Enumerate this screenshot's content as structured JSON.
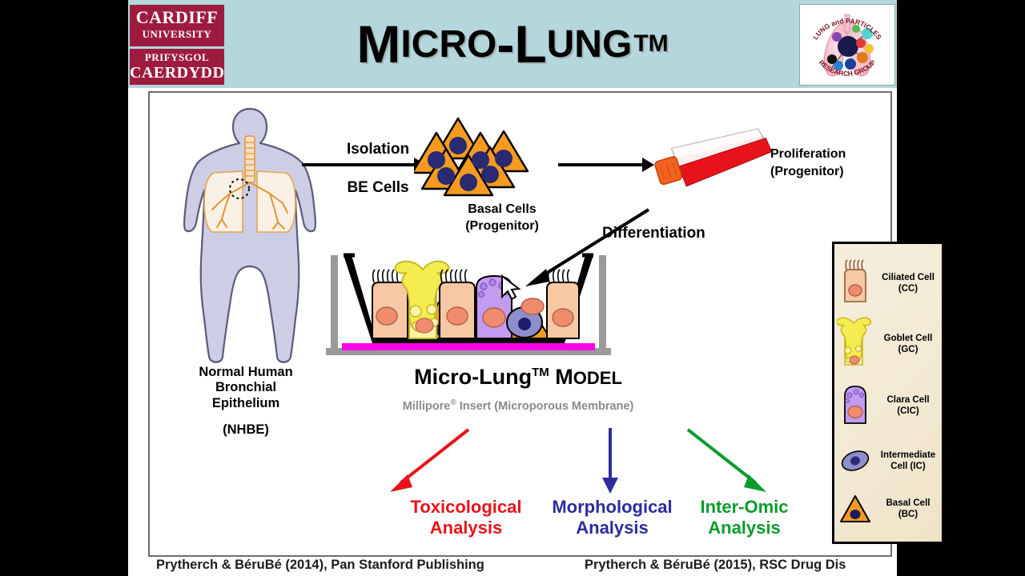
{
  "header": {
    "title_main": "M",
    "title_full": "Micro-Lung",
    "title_parts": {
      "m": "M",
      "icro": "ICRO",
      "dash": "-L",
      "ung": "UNG",
      "tm": "TM"
    },
    "cardiff_logo": {
      "line1": "CARDIFF",
      "line2": "UNIVERSITY",
      "line3": "PRIFYSGOL",
      "line4": "CAERDYDD"
    },
    "research_logo": {
      "arc_top": "LUNG and PARTICLES",
      "arc_bottom": "RESEARCH GROUP"
    }
  },
  "diagram": {
    "source_label_line1": "Normal Human",
    "source_label_line2": "Bronchial",
    "source_label_line3": "Epithelium",
    "source_abbr": "(NHBE)",
    "isolation_line1": "Isolation",
    "isolation_line2": "BE Cells",
    "basal_caption_line1": "Basal Cells",
    "basal_caption_line2": "(Progenitor)",
    "proliferation_line1": "Proliferation",
    "proliferation_line2": "(Progenitor)",
    "differentiation": "Differentiation",
    "model_title_a": "Micro-Lung",
    "model_title_tm": "TM",
    "model_title_b": "M",
    "model_title_c": "ODEL",
    "model_subtitle_a": "Millipore",
    "model_subtitle_reg": "®",
    "model_subtitle_b": " Insert  (Microporous Membrane)"
  },
  "analyses": [
    {
      "name": "toxicological",
      "line1": "Toxicological",
      "line2": "Analysis",
      "color": "#e8131a",
      "arrow": "diagonal-left"
    },
    {
      "name": "morphological",
      "line1": "Morphological",
      "line2": "Analysis",
      "color": "#2c2c9e",
      "arrow": "straight-down"
    },
    {
      "name": "inter-omic",
      "line1": "Inter-Omic",
      "line2": "Analysis",
      "color": "#0a9b2e",
      "arrow": "diagonal-right"
    }
  ],
  "legend": {
    "items": [
      {
        "icon": "ciliated-cell-icon",
        "line1": "Ciliated Cell",
        "line2": "(CC)",
        "color": "#f6c9a4"
      },
      {
        "icon": "goblet-cell-icon",
        "line1": "Goblet Cell",
        "line2": "(GC)",
        "color": "#f5ec4f"
      },
      {
        "icon": "clara-cell-icon",
        "line1": "Clara Cell",
        "line2": "(ClC)",
        "color": "#c39bf0"
      },
      {
        "icon": "intermediate-cell-icon",
        "line1": "Intermediate",
        "line2": "Cell (IC)",
        "color": "#8d8ecb"
      },
      {
        "icon": "basal-cell-icon",
        "line1": "Basal Cell",
        "line2": "(BC)",
        "color": "#f59b1e"
      }
    ]
  },
  "citations": {
    "left": "Prytherch & BéruBé (2014), Pan Stanford Publishing",
    "right": "Prytherch & BéruBé (2015), RSC Drug Dis"
  },
  "colors": {
    "header_band": "#b3d7dc",
    "cardiff_red": "#9e1b40",
    "basal_orange": "#f59b1e",
    "nucleus_navy": "#2a2a72",
    "membrane_magenta": "#ff00e6",
    "ciliated_peach": "#f6c9a4",
    "goblet_yellow": "#f5ec4f",
    "clara_purple": "#c39bf0",
    "body_lavender": "#cdcde6",
    "flask_red": "#e8131a"
  }
}
